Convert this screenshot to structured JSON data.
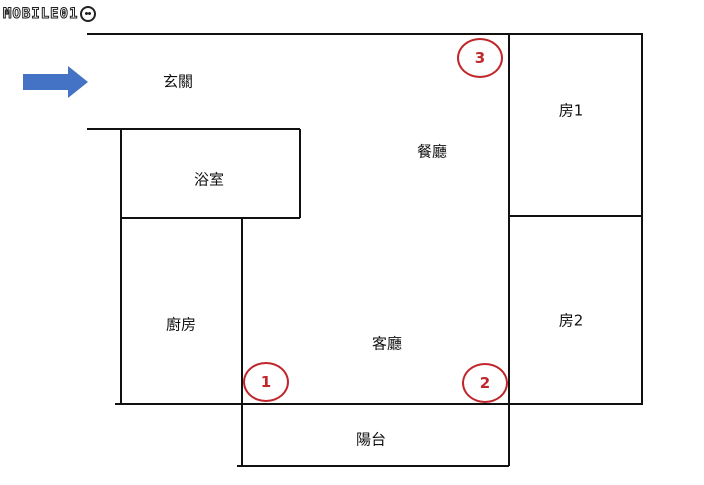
{
  "logo": {
    "text": "MOBILE01"
  },
  "rooms": {
    "entrance": "玄關",
    "bathroom": "浴室",
    "dining": "餐廳",
    "room1": "房1",
    "kitchen": "廚房",
    "living": "客廳",
    "room2": "房2",
    "balcony": "陽台"
  },
  "markers": {
    "m1": "1",
    "m2": "2",
    "m3": "3"
  },
  "colors": {
    "wall": "#111111",
    "arrow": "#4472c4",
    "marker": "#c0272d"
  },
  "icons": {
    "entry_arrow": "arrow-right-icon"
  }
}
